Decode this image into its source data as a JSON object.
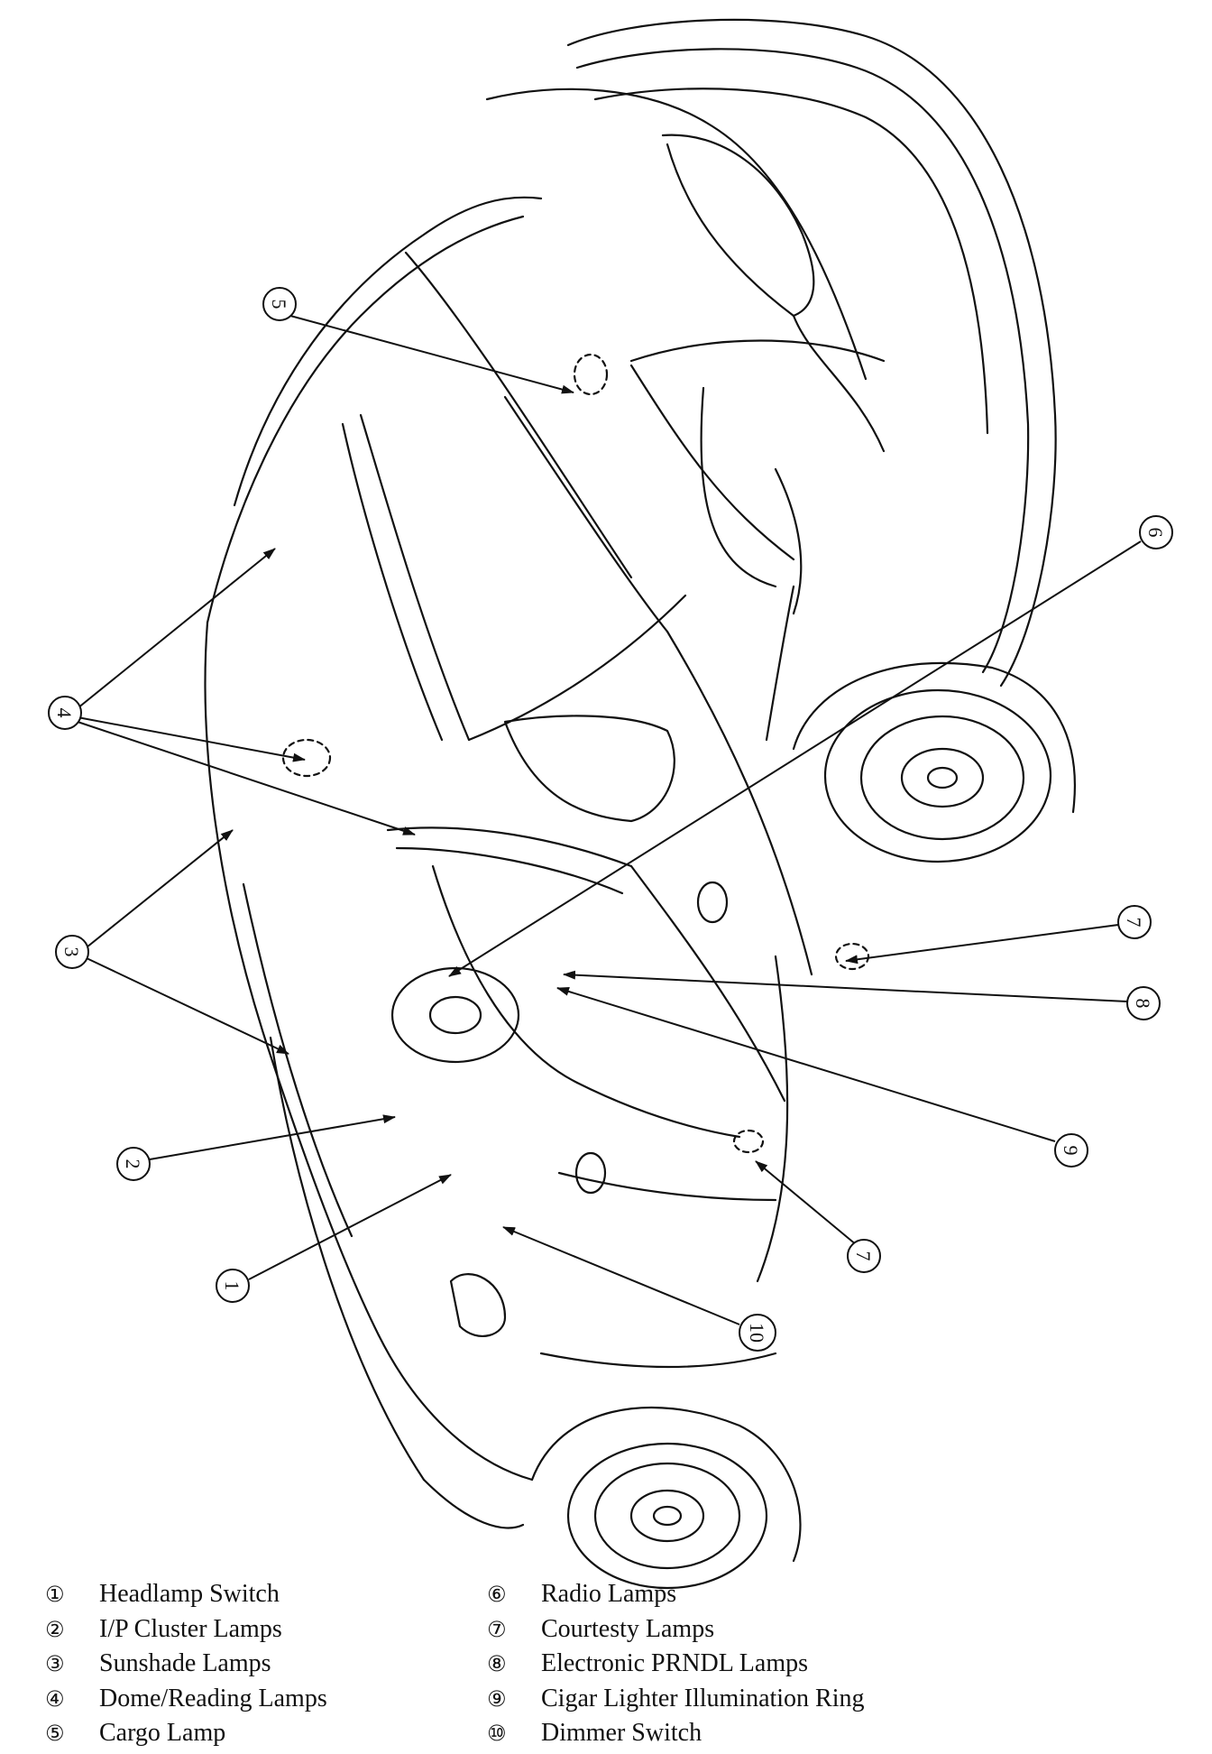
{
  "callouts": [
    {
      "id": "1",
      "label": "Headlamp Switch"
    },
    {
      "id": "2",
      "label": "I/P Cluster Lamps"
    },
    {
      "id": "3",
      "label": "Sunshade Lamps"
    },
    {
      "id": "4",
      "label": "Dome/Reading Lamps"
    },
    {
      "id": "5",
      "label": "Cargo Lamp"
    },
    {
      "id": "6",
      "label": "Radio Lamps"
    },
    {
      "id": "7",
      "label": "Courtesty Lamps"
    },
    {
      "id": "8",
      "label": "Electronic PRNDL Lamps"
    },
    {
      "id": "9",
      "label": "Cigar Lighter Illumination Ring"
    },
    {
      "id": "10",
      "label": "Dimmer Switch"
    }
  ],
  "legend_markers": {
    "1": "①",
    "2": "②",
    "3": "③",
    "4": "④",
    "5": "⑤",
    "6": "⑥",
    "7": "⑦",
    "8": "⑧",
    "9": "⑨",
    "10": "⑩"
  },
  "colors": {
    "line": "#111111",
    "background": "#ffffff"
  }
}
